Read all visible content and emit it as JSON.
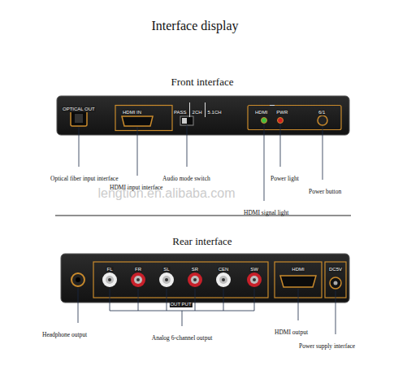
{
  "diagram": {
    "title": "Interface display",
    "nodes": [
      {
        "text": [
          "OPTICAL OUT",
          "HDMI IN",
          "PASS",
          "2CH",
          "5.1CH",
          "HDMI",
          "PWR",
          "6/1"
        ]
      },
      {
        "text": [
          "FL",
          "FR",
          "SL",
          "SR",
          "CEN",
          "SW",
          "OUT PUT",
          "HDMI",
          "DC5V"
        ]
      }
    ],
    "labels": [
      "Front interface",
      "Optical fiber input interface",
      "HDMI input interface",
      "Audio mode switch",
      "HDMI signal light",
      "Power light",
      "Power button",
      "lengtion.en.alibaba.com",
      "Rear interface",
      "Headphone output",
      "Analog 6-channel output",
      "HDMI output",
      "Power supply interface"
    ]
  }
}
